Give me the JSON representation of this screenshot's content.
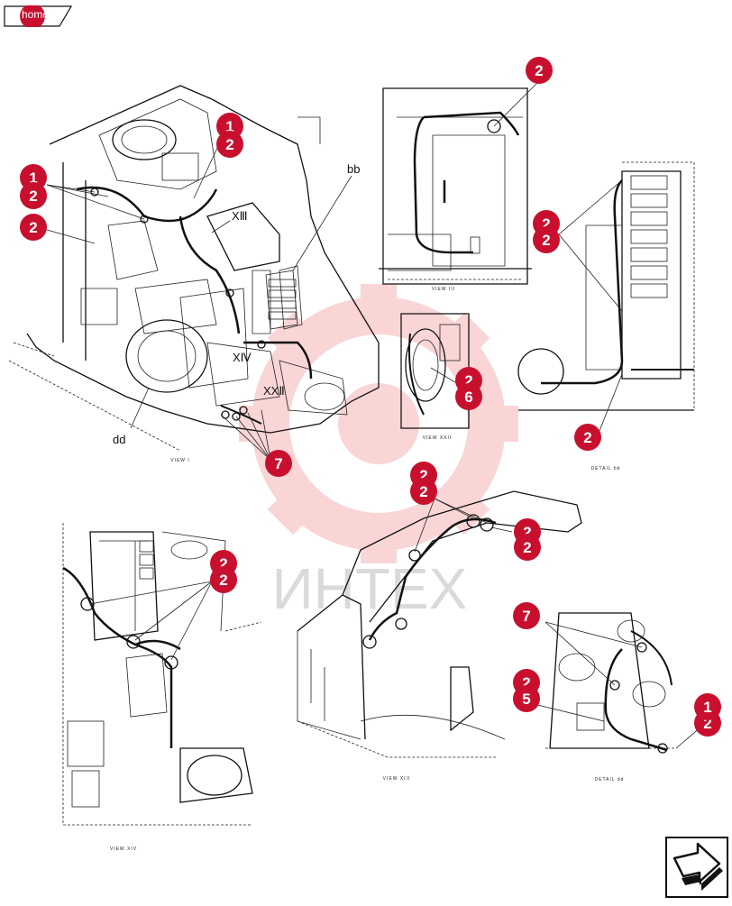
{
  "home_button": {
    "label": "home"
  },
  "next_button": {
    "icon": "next-page-icon"
  },
  "watermark": {
    "text": "ИНТЕХ",
    "color": "#e8323a"
  },
  "accent_color": "#c8102e",
  "view_captions": {
    "view_i": "VIEW I",
    "view_iii": "VIEW III",
    "view_xxii": "VIEW XXII",
    "detail_bb": "DETAIL bb",
    "view_xiv": "VIEW XIV",
    "view_xiii": "VIEW XIII",
    "detail_dd": "DETAIL dd"
  },
  "diagram_labels": {
    "bb": "bb",
    "dd": "dd",
    "xiii": "XⅢ",
    "xiv": "XⅣ",
    "xxii": "XXⅡ"
  },
  "callouts": [
    "1",
    "2",
    "2",
    "1",
    "2",
    "2",
    "2",
    "2",
    "2",
    "6",
    "2",
    "7",
    "2",
    "2",
    "2",
    "2",
    "2",
    "2",
    "7",
    "2",
    "5",
    "1",
    "2"
  ]
}
